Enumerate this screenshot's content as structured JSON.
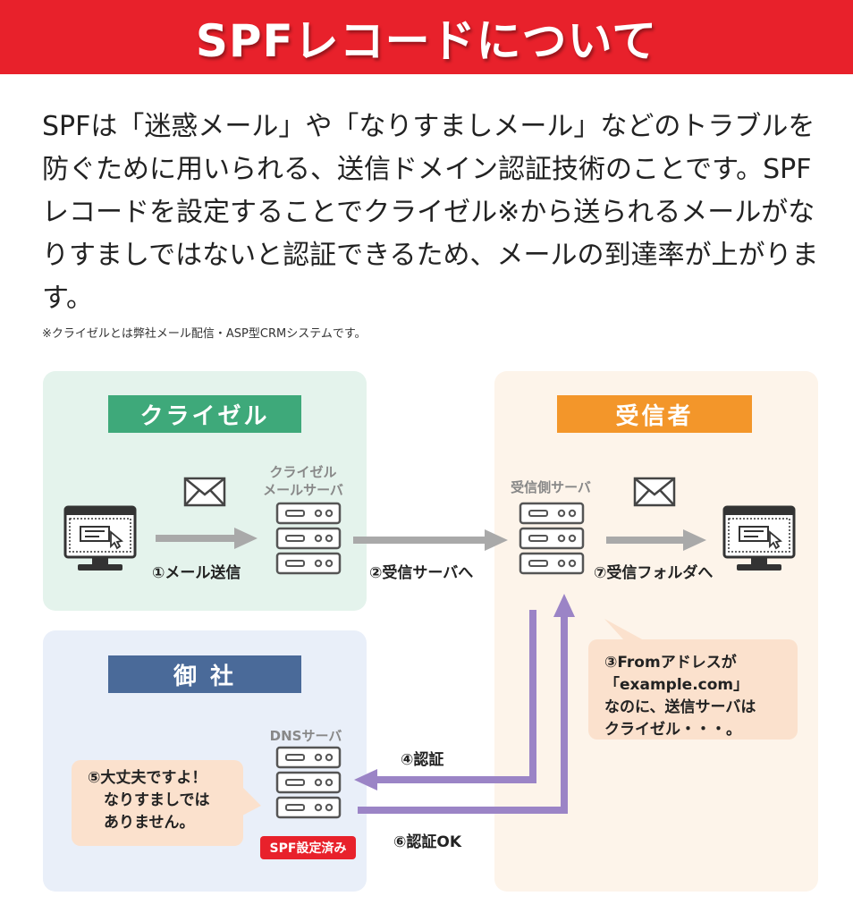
{
  "header": {
    "title": "SPFレコードについて"
  },
  "intro": {
    "text": "SPFは「迷惑メール」や「なりすましメール」などのトラブルを防ぐために用いられる、送信ドメイン認証技術のことです。SPFレコードを設定することでクライゼル※から送られるメールがなりすましではないと認証できるため、メールの到達率が上がります。"
  },
  "footnote": "※クライゼルとは弊社メール配信・ASP型CRMシステムです。",
  "colors": {
    "header": "#e8212b",
    "kraizel": "#3ea97a",
    "receiver": "#f3962a",
    "onsha": "#4a6a99",
    "auth_arrow": "#9b84c6"
  },
  "sections": {
    "kraizel": {
      "title": "クライゼル",
      "server_line1": "クライゼル",
      "server_line2": "メールサーバ"
    },
    "receiver": {
      "title": "受信者",
      "server": "受信側サーバ"
    },
    "onsha": {
      "title": "御 社",
      "server": "DNSサーバ",
      "badge": "SPF設定済み"
    }
  },
  "steps": {
    "s1": "①メール送信",
    "s2": "②受信サーバへ",
    "s3_line1": "③Fromアドレスが",
    "s3_line2": "「example.com」",
    "s3_line3": "なのに、送信サーバは",
    "s3_line4": "クライゼル・・・。",
    "s4": "④認証",
    "s5_line1": "⑤大丈夫ですよ！",
    "s5_line2": "なりすましでは",
    "s5_line3": "ありません。",
    "s6": "⑥認証OK",
    "s7": "⑦受信フォルダへ"
  },
  "icons": [
    "computer-icon",
    "envelope-icon",
    "server-icon",
    "arrow-icon"
  ]
}
